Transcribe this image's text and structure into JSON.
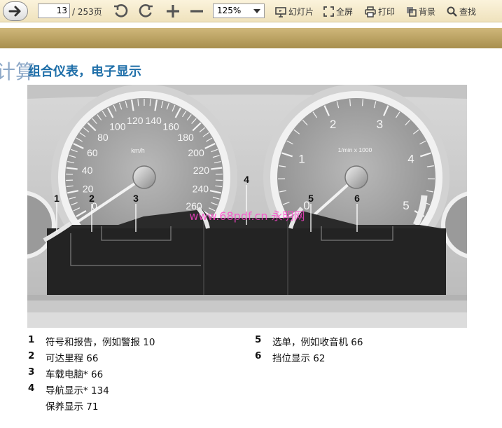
{
  "toolbar": {
    "current_page": "13",
    "page_total": "/ 253页",
    "zoom": "125%",
    "slideshow_label": "幻灯片",
    "fullscreen_label": "全屏",
    "print_label": "打印",
    "background_label": "背景",
    "search_label": "查找"
  },
  "page": {
    "side_chars": "计算",
    "section_title": "组合仪表，电子显示"
  },
  "figure": {
    "speed_ticks": [
      "0",
      "20",
      "40",
      "60",
      "80",
      "100",
      "120",
      "140",
      "160",
      "180",
      "200",
      "220",
      "240",
      "260"
    ],
    "speed_unit": "km/h",
    "rpm_ticks": [
      "0",
      "1",
      "2",
      "3",
      "4",
      "5"
    ],
    "rpm_unit": "1/min x 1000",
    "callouts": [
      "1",
      "2",
      "3",
      "4",
      "5",
      "6"
    ],
    "watermark": "www.68pdf.cn 永明网"
  },
  "legend_left": [
    {
      "num": "1",
      "text": "符号和报告，例如警报   10"
    },
    {
      "num": "2",
      "text": "可达里程   66"
    },
    {
      "num": "3",
      "text": "车载电脑*   66"
    },
    {
      "num": "4",
      "text": "导航显示*   134"
    },
    {
      "num": "",
      "text": "保养显示   71"
    }
  ],
  "legend_right": [
    {
      "num": "5",
      "text": "选单，例如收音机   66"
    },
    {
      "num": "6",
      "text": "挡位显示   62"
    }
  ],
  "colors": {
    "title": "#1f6fa9",
    "toolbar_bg": "#f3e8c8",
    "band": "#b8a060"
  }
}
